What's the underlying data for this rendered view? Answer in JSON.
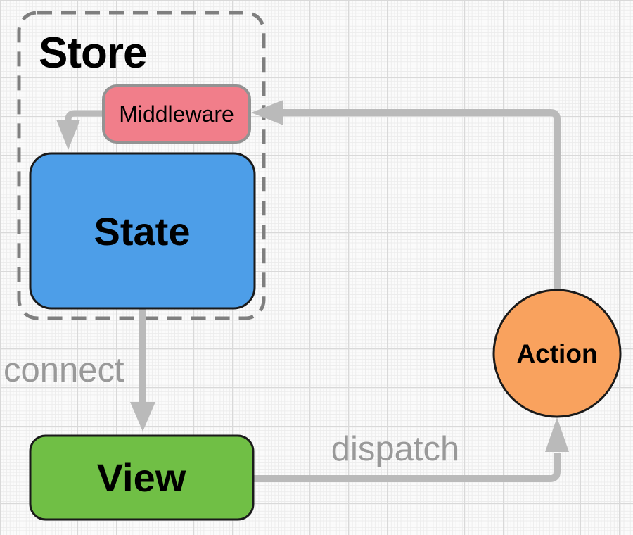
{
  "diagram": {
    "nodes": {
      "store": {
        "label": "Store",
        "border": "#7f7f7f"
      },
      "middleware": {
        "label": "Middleware",
        "fill": "#F17E8A",
        "border": "#939393"
      },
      "state": {
        "label": "State",
        "fill": "#4D9EE8",
        "border": "#1a1a1a"
      },
      "view": {
        "label": "View",
        "fill": "#70BF45",
        "border": "#1a1a1a"
      },
      "action": {
        "label": "Action",
        "fill": "#F9A25E",
        "border": "#1a1a1a"
      }
    },
    "edges": {
      "color": "#bababa",
      "labels": {
        "connect": "connect",
        "dispatch": "dispatch",
        "color": "#999999"
      }
    }
  }
}
